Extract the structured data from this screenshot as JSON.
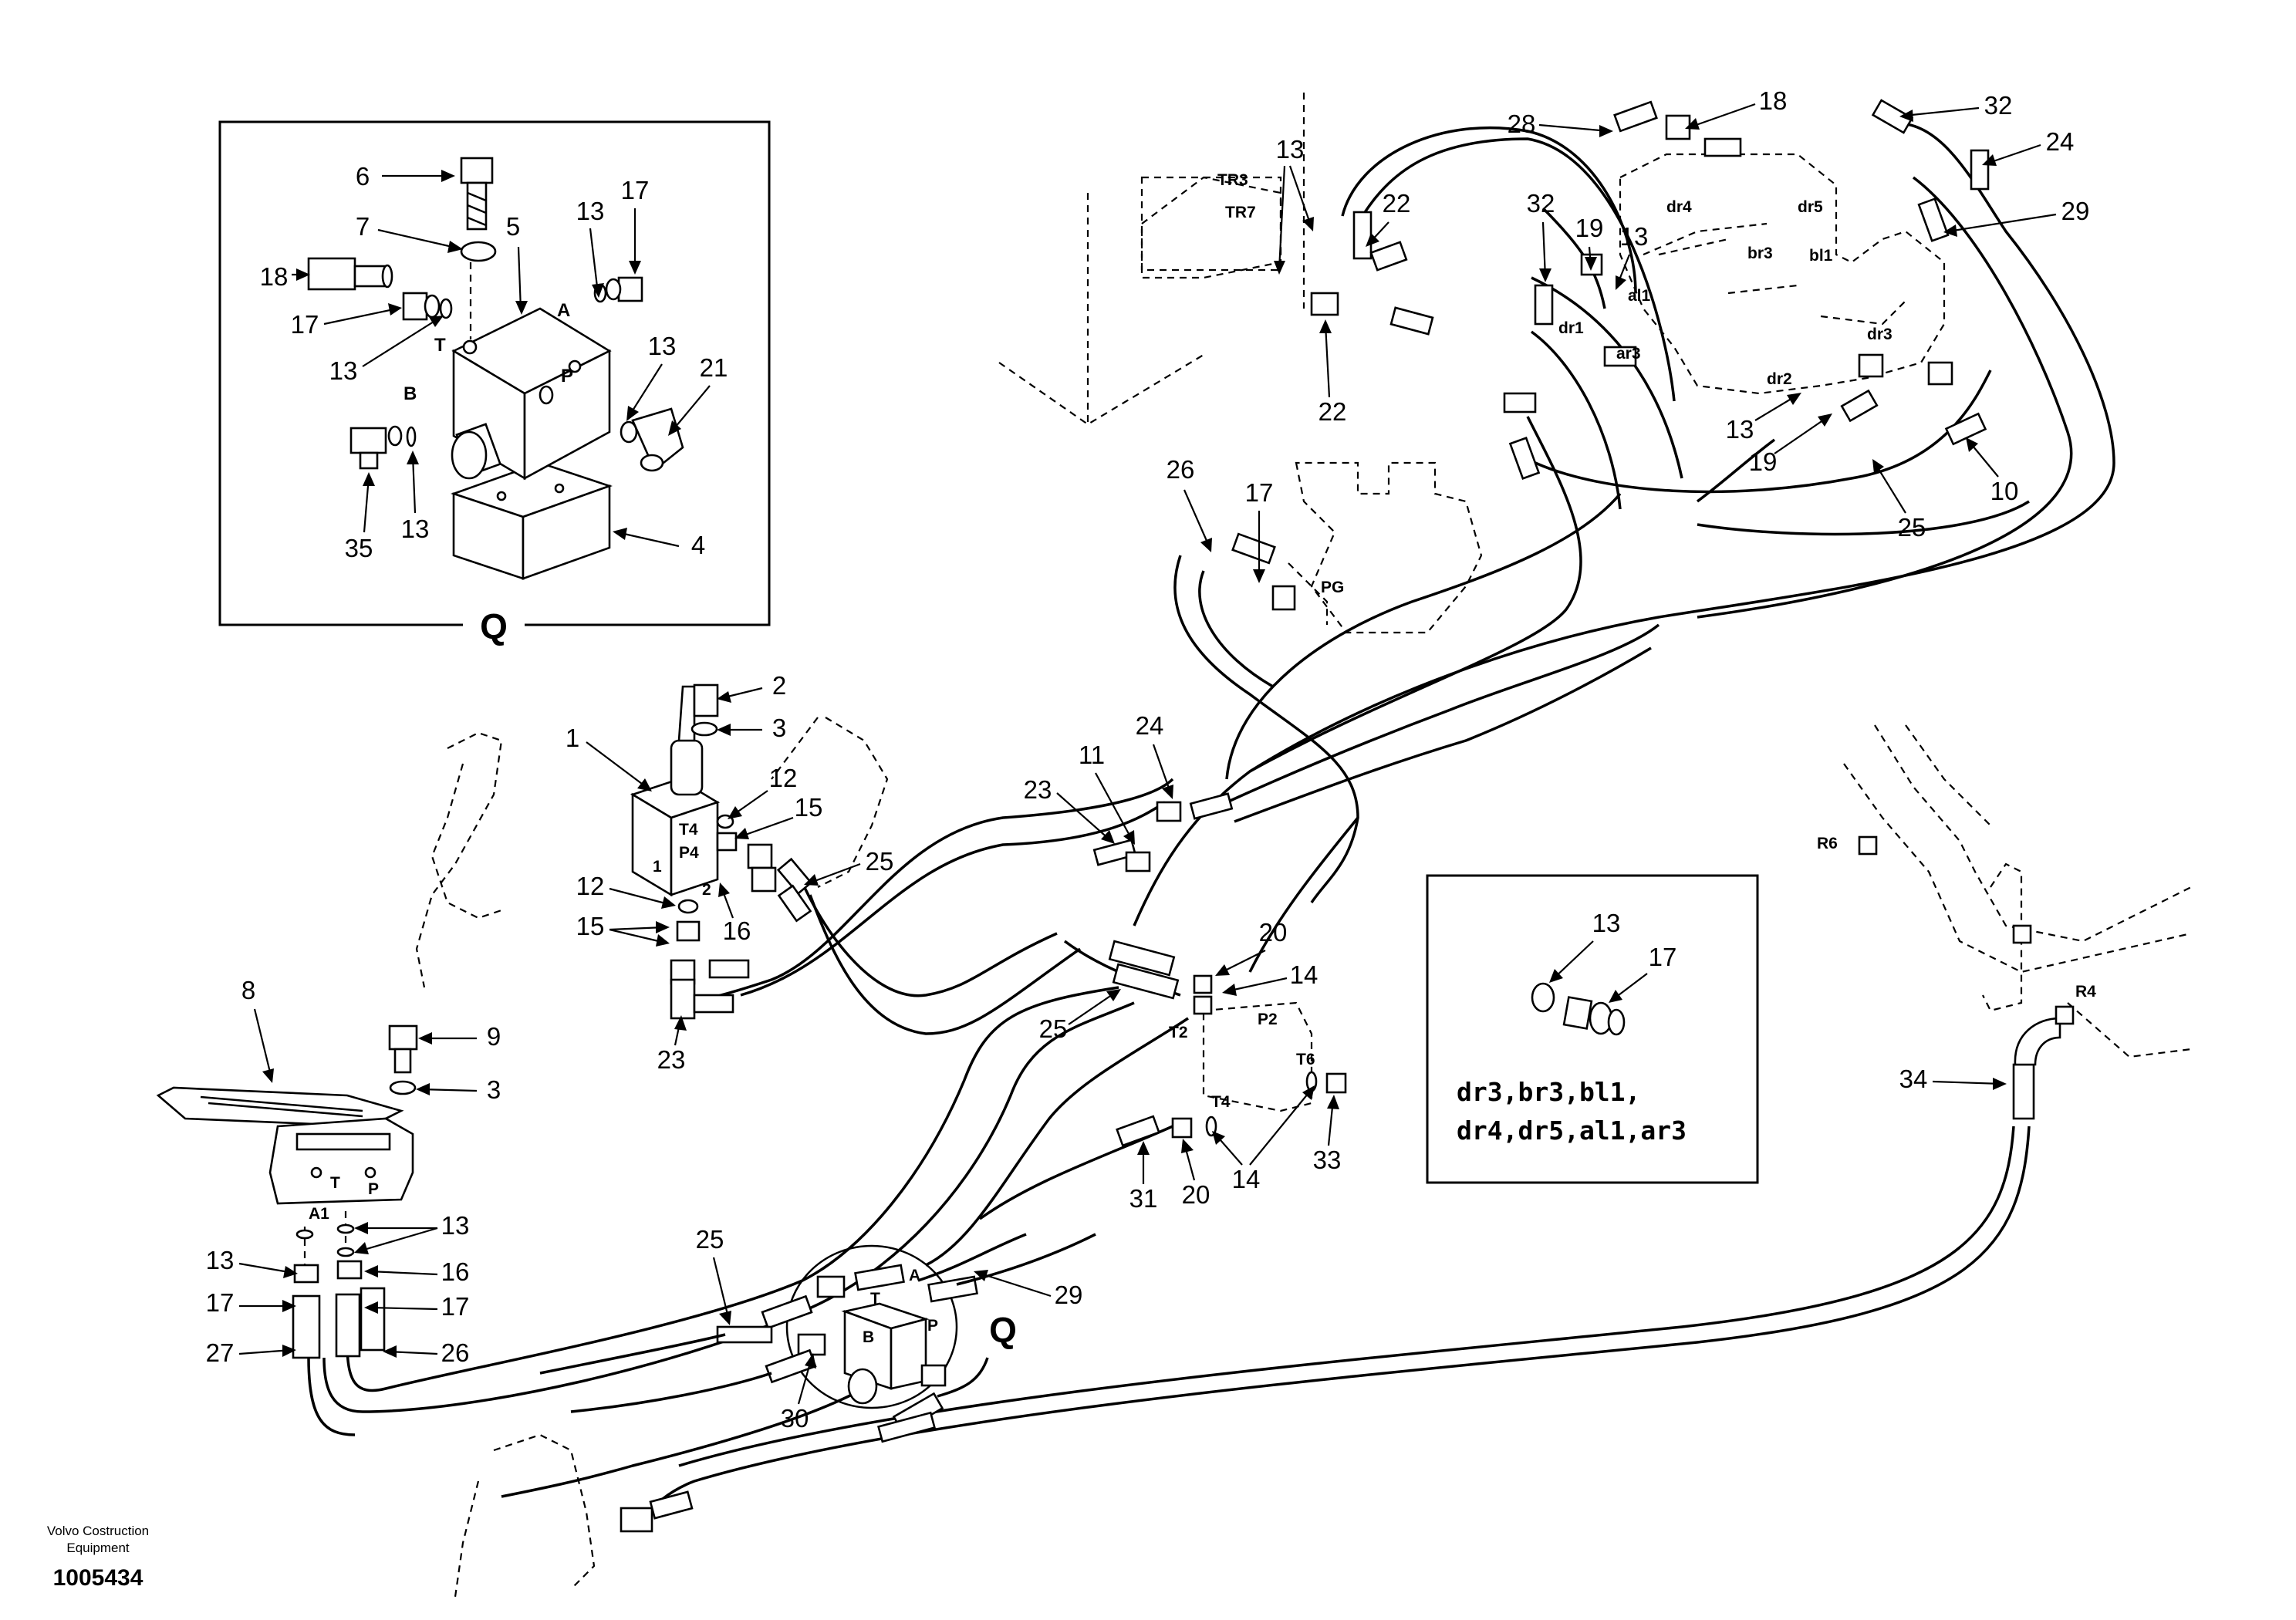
{
  "box_q": {
    "title": "Q",
    "ports": {
      "a": "A",
      "b": "B",
      "p": "P",
      "t": "T"
    },
    "callouts": [
      "6",
      "7",
      "5",
      "13",
      "17",
      "18",
      "17",
      "13",
      "13",
      "21",
      "35",
      "13",
      "4"
    ]
  },
  "main_labels": {
    "joystick": {
      "part": "1",
      "callouts": [
        "2",
        "3",
        "12",
        "15",
        "25",
        "12",
        "16",
        "15",
        "23"
      ],
      "ports": [
        "T4",
        "P4",
        "1",
        "2"
      ]
    },
    "pedal": {
      "part": "8",
      "callouts": [
        "9",
        "3",
        "13",
        "13",
        "16",
        "17",
        "17",
        "27",
        "26"
      ],
      "ports": [
        "T",
        "P",
        "A1"
      ]
    },
    "center": {
      "callouts": [
        "23",
        "11",
        "24",
        "20",
        "14",
        "25",
        "14",
        "33",
        "31",
        "20"
      ],
      "ports": [
        "P2",
        "T2",
        "T6",
        "T4"
      ]
    },
    "lower_valve": {
      "callouts": [
        "25",
        "29",
        "30"
      ],
      "ports": [
        "A",
        "T",
        "B",
        "P"
      ],
      "view": "Q"
    },
    "upper_left": {
      "callouts": [
        "13",
        "22",
        "22",
        "26",
        "17"
      ],
      "ports": [
        "TR3",
        "TR7",
        "PG"
      ]
    },
    "upper_right": {
      "callouts": [
        "28",
        "18",
        "32",
        "24",
        "29",
        "32",
        "19",
        "13",
        "13",
        "19",
        "25",
        "10"
      ],
      "ports": [
        "dr4",
        "dr5",
        "br3",
        "bl1",
        "dr1",
        "al1",
        "ar3",
        "dr3",
        "dr2"
      ]
    },
    "right_side": {
      "callouts": [
        "34"
      ],
      "ports": [
        "R6",
        "R4"
      ]
    }
  },
  "legend_box": {
    "callouts": [
      "13",
      "17"
    ],
    "line1": "dr3,br3,bl1,",
    "line2": "dr4,dr5,al1,ar3"
  },
  "footer": {
    "brand_line1": "Volvo Costruction",
    "brand_line2": "Equipment",
    "drawing_number": "1005434"
  }
}
